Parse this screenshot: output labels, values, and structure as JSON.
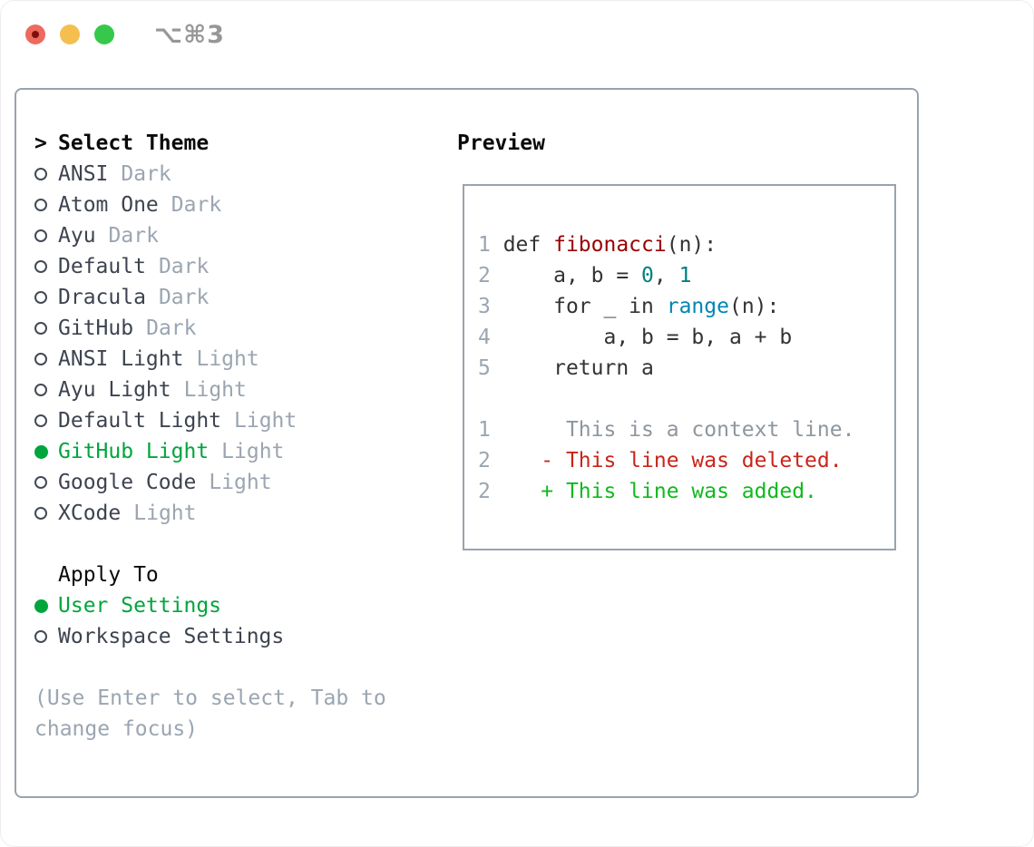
{
  "window": {
    "title": "⌥⌘3"
  },
  "titlebar": {
    "buttons": [
      {
        "id": "close",
        "color": "#ee6a5e"
      },
      {
        "id": "minimize",
        "color": "#f5bf4f"
      },
      {
        "id": "zoom",
        "color": "#35c84b"
      }
    ]
  },
  "colors": {
    "accent_green": "#00a53c",
    "diff_added_green": "#0fb91e",
    "diff_deleted_red": "#c9251a",
    "function_red": "#990000",
    "number_teal": "#008080",
    "builtin_blue": "#0086b3",
    "muted_gray": "#9aa5b1",
    "border_gray": "#99a3af"
  },
  "theme_panel": {
    "prompt": ">",
    "header": "Select Theme",
    "items": [
      {
        "name": "ANSI",
        "tag": "Dark",
        "selected": false
      },
      {
        "name": "Atom One",
        "tag": "Dark",
        "selected": false
      },
      {
        "name": "Ayu",
        "tag": "Dark",
        "selected": false
      },
      {
        "name": "Default",
        "tag": "Dark",
        "selected": false
      },
      {
        "name": "Dracula",
        "tag": "Dark",
        "selected": false
      },
      {
        "name": "GitHub",
        "tag": "Dark",
        "selected": false
      },
      {
        "name": "ANSI Light",
        "tag": "Light",
        "selected": false
      },
      {
        "name": "Ayu Light",
        "tag": "Light",
        "selected": false
      },
      {
        "name": "Default Light",
        "tag": "Light",
        "selected": false
      },
      {
        "name": "GitHub Light",
        "tag": "Light",
        "selected": true
      },
      {
        "name": "Google Code",
        "tag": "Light",
        "selected": false
      },
      {
        "name": "XCode",
        "tag": "Light",
        "selected": false
      }
    ],
    "apply_to": {
      "header": "Apply To",
      "options": [
        {
          "name": "User Settings",
          "selected": true
        },
        {
          "name": "Workspace Settings",
          "selected": false
        }
      ]
    },
    "hint_lines": [
      "(Use Enter to select, Tab to",
      "change focus)"
    ]
  },
  "preview": {
    "header": "Preview",
    "lines": [
      {
        "tokens": [
          {
            "t": "1 ",
            "c": "ln"
          },
          {
            "t": "def ",
            "c": "k"
          },
          {
            "t": "fibonacci",
            "c": "f"
          },
          {
            "t": "(n):",
            "c": "p"
          }
        ]
      },
      {
        "tokens": [
          {
            "t": "2 ",
            "c": "ln"
          },
          {
            "t": "    a, b = ",
            "c": "p"
          },
          {
            "t": "0",
            "c": "n"
          },
          {
            "t": ", ",
            "c": "p"
          },
          {
            "t": "1",
            "c": "n"
          }
        ]
      },
      {
        "tokens": [
          {
            "t": "3 ",
            "c": "ln"
          },
          {
            "t": "    for _ in ",
            "c": "p"
          },
          {
            "t": "range",
            "c": "b"
          },
          {
            "t": "(n):",
            "c": "p"
          }
        ]
      },
      {
        "tokens": [
          {
            "t": "4 ",
            "c": "ln"
          },
          {
            "t": "        a, b = b, a + b",
            "c": "p"
          }
        ]
      },
      {
        "tokens": [
          {
            "t": "5 ",
            "c": "ln"
          },
          {
            "t": "    return a",
            "c": "p"
          }
        ]
      },
      {
        "tokens": []
      },
      {
        "tokens": [
          {
            "t": "1 ",
            "c": "ln"
          },
          {
            "t": "     This is a context line.",
            "c": "ctx"
          }
        ]
      },
      {
        "tokens": [
          {
            "t": "2 ",
            "c": "ln"
          },
          {
            "t": "   ",
            "c": "p"
          },
          {
            "t": "- This line was deleted.",
            "c": "del"
          }
        ]
      },
      {
        "tokens": [
          {
            "t": "2 ",
            "c": "ln"
          },
          {
            "t": "   ",
            "c": "p"
          },
          {
            "t": "+ This line was added.",
            "c": "add"
          }
        ]
      }
    ]
  }
}
